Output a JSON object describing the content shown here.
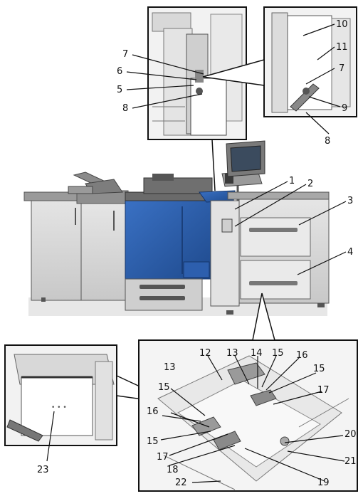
{
  "callouts": [
    "1",
    "2",
    "3",
    "4",
    "5",
    "6",
    "7",
    "8",
    "9",
    "10",
    "11",
    "12",
    "13",
    "14",
    "15",
    "16",
    "17",
    "18",
    "19",
    "20",
    "21",
    "22",
    "23"
  ],
  "colors": {
    "blue_panel": "#2b5fae",
    "blue_dark": "#1f4a8d",
    "body_grey": "#d9d9d9",
    "line": "#111111"
  },
  "labels": [
    {
      "id": "7a",
      "text": "7"
    },
    {
      "id": "6",
      "text": "6"
    },
    {
      "id": "5",
      "text": "5"
    },
    {
      "id": "8a",
      "text": "8"
    },
    {
      "id": "10",
      "text": "10"
    },
    {
      "id": "11",
      "text": "11"
    },
    {
      "id": "7b",
      "text": "7"
    },
    {
      "id": "9",
      "text": "9"
    },
    {
      "id": "8b",
      "text": "8"
    },
    {
      "id": "1",
      "text": "1"
    },
    {
      "id": "2",
      "text": "2"
    },
    {
      "id": "3",
      "text": "3"
    },
    {
      "id": "4",
      "text": "4"
    },
    {
      "id": "12",
      "text": "12"
    },
    {
      "id": "13a",
      "text": "13"
    },
    {
      "id": "14",
      "text": "14"
    },
    {
      "id": "15a",
      "text": "15"
    },
    {
      "id": "16a",
      "text": "16"
    },
    {
      "id": "15b",
      "text": "15"
    },
    {
      "id": "13b",
      "text": "13"
    },
    {
      "id": "17a",
      "text": "17"
    },
    {
      "id": "15c",
      "text": "15"
    },
    {
      "id": "16b",
      "text": "16"
    },
    {
      "id": "15d",
      "text": "15"
    },
    {
      "id": "17b",
      "text": "17"
    },
    {
      "id": "18",
      "text": "18"
    },
    {
      "id": "19",
      "text": "19"
    },
    {
      "id": "20",
      "text": "20"
    },
    {
      "id": "21",
      "text": "21"
    },
    {
      "id": "22",
      "text": "22"
    },
    {
      "id": "23",
      "text": "23"
    }
  ]
}
